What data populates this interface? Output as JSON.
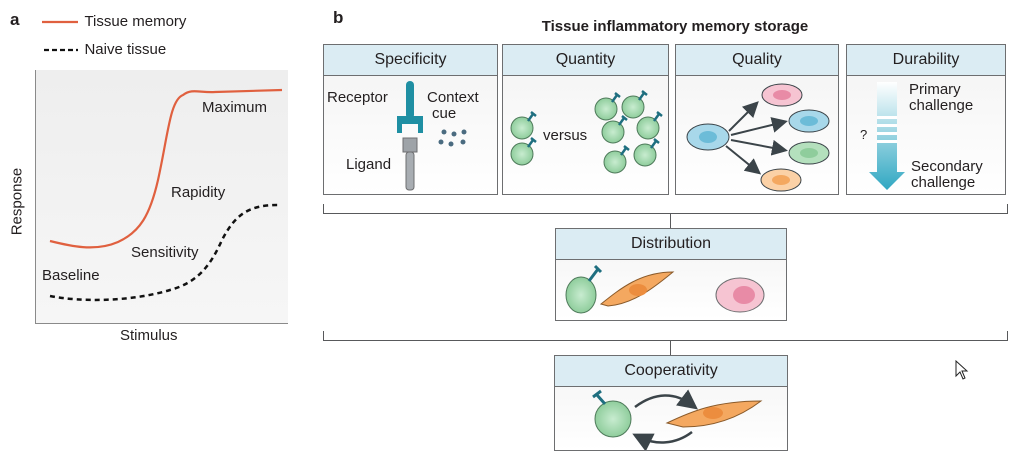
{
  "panel_a": {
    "letter": "a",
    "legend": [
      {
        "label": "Tissue memory",
        "style": "solid",
        "color": "#e0603f"
      },
      {
        "label": "Naive tissue",
        "style": "dashed",
        "color": "#111111"
      }
    ],
    "annotations": {
      "maximum": "Maximum",
      "rapidity": "Rapidity",
      "sensitivity": "Sensitivity",
      "baseline": "Baseline"
    },
    "xlabel": "Stimulus",
    "ylabel": "Response"
  },
  "panel_b": {
    "letter": "b",
    "title": "Tissue inflammatory memory storage",
    "boxes": {
      "specificity": {
        "title": "Specificity",
        "receptor": "Receptor",
        "ligand": "Ligand",
        "context_line1": "Context",
        "context_line2": "cue"
      },
      "quantity": {
        "title": "Quantity",
        "versus": "versus"
      },
      "quality": {
        "title": "Quality"
      },
      "durability": {
        "title": "Durability",
        "primary_line1": "Primary",
        "primary_line2": "challenge",
        "question": "?",
        "secondary_line1": "Secondary",
        "secondary_line2": "challenge"
      },
      "distribution": {
        "title": "Distribution"
      },
      "cooperativity": {
        "title": "Cooperativity"
      }
    }
  },
  "colors": {
    "header_fill": "#dbecf3",
    "memory_curve": "#e0603f",
    "receptor": "#1f8fa3",
    "lymphocyte": "#9fd3a8",
    "fibroblast": "#f4a860",
    "pink_cell": "#f3b7c9",
    "blue_cell": "#8fcbe0"
  }
}
